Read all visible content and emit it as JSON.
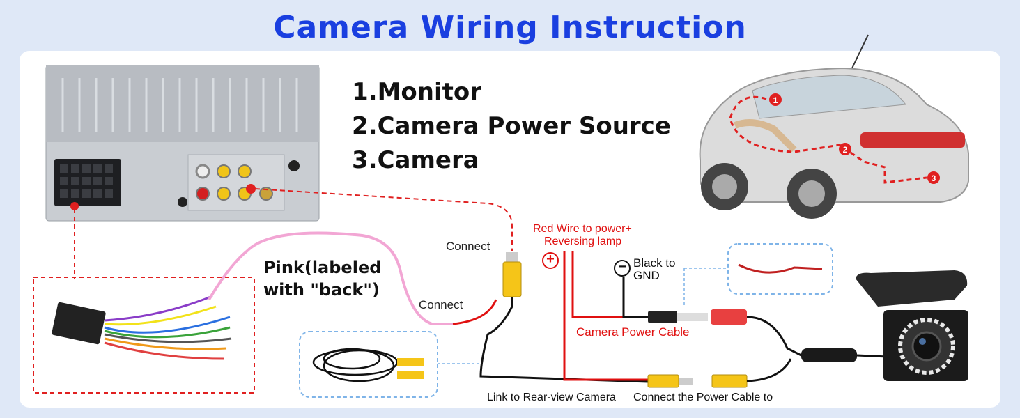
{
  "title": "Camera Wiring Instruction",
  "steps": [
    "1.Monitor",
    "2.Camera Power Source",
    "3.Camera"
  ],
  "car_markers": [
    "1",
    "2",
    "3"
  ],
  "labels": {
    "pink_wire": "Pink(labeled with \"back\")",
    "connect_upper": "Connect",
    "connect_lower": "Connect",
    "red_wire": "Red Wire to power+",
    "reversing_lamp": "Reversing lamp",
    "plus_symbol": "+",
    "minus_symbol": "−",
    "black_to": "Black to",
    "gnd": "GND",
    "camera_power_cable": "Camera Power Cable",
    "link_camera": "Link to Rear-view Camera",
    "connect_power": "Connect the Power Cable to"
  },
  "colors": {
    "title": "#1a3fe0",
    "dashed_red": "#e02020",
    "dashed_blue": "#7fb4e8",
    "pink_wire": "#f2a6d4",
    "red_wire": "#e01010",
    "rca_yellow": "#f5c518"
  }
}
